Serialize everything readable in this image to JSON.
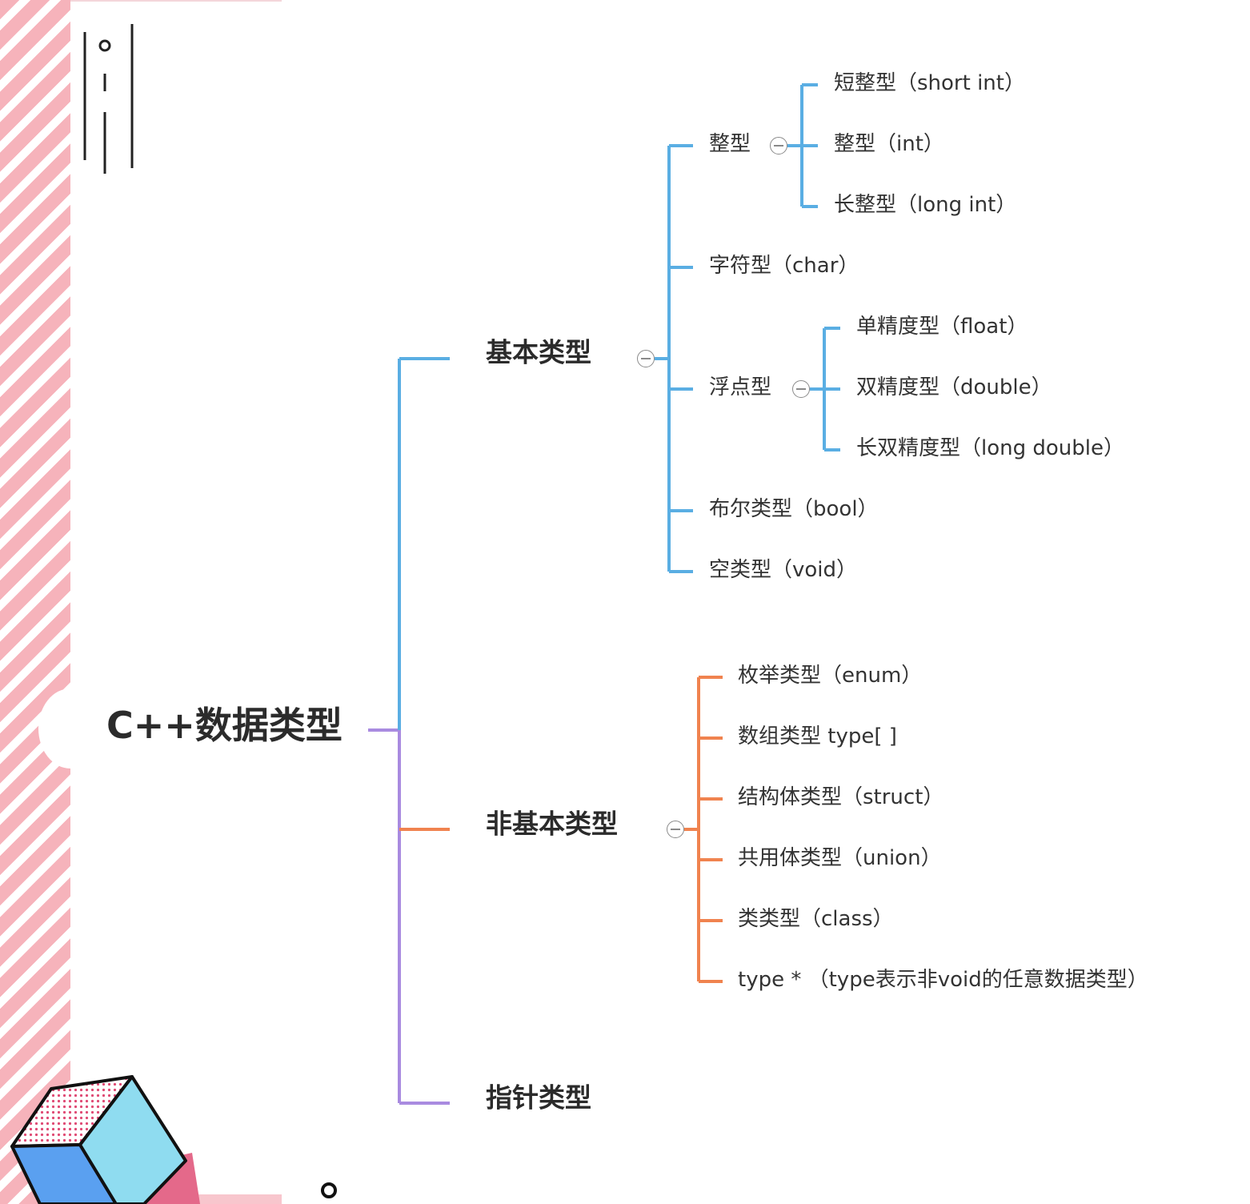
{
  "root": {
    "label": "C++数据类型"
  },
  "branches": [
    {
      "id": "basic",
      "label": "基本类型",
      "color": "#5aaee3",
      "children": [
        {
          "label": "整型",
          "children": [
            "短整型（short int）",
            "整型（int）",
            "长整型（long int）"
          ]
        },
        {
          "label": "字符型（char）"
        },
        {
          "label": "浮点型",
          "children": [
            "单精度型（float）",
            "双精度型（double）",
            "长双精度型（long double）"
          ]
        },
        {
          "label": "布尔类型（bool）"
        },
        {
          "label": "空类型（void）"
        }
      ]
    },
    {
      "id": "nonbasic",
      "label": "非基本类型",
      "color": "#f0834f",
      "children": [
        {
          "label": "枚举类型（enum）"
        },
        {
          "label": "数组类型    type[ ]"
        },
        {
          "label": "结构体类型（struct）"
        },
        {
          "label": "共用体类型（union）"
        },
        {
          "label": "类类型（class）"
        },
        {
          "label": "type *  （type表示非void的任意数据类型）"
        }
      ]
    },
    {
      "id": "pointer",
      "label": "指针类型",
      "color": "#a98be0",
      "children": []
    }
  ],
  "colors": {
    "trunk": "#a98be0",
    "stripe_pink": "#f6b3bb",
    "cube_blue": "#5aa0f0",
    "cube_cyan": "#8fdcf0",
    "cube_pink": "#e4698a"
  }
}
